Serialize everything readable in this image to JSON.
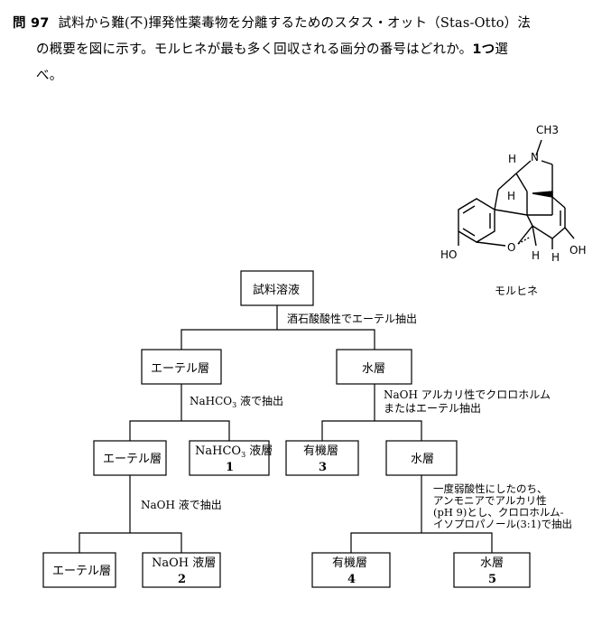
{
  "question": {
    "number": "問 97",
    "text_1": "試料から難(不)揮発性薬毒物を分離するためのスタス・オット（Stas-Otto）法",
    "text_2": "の概要を図に示す。モルヒネが最も多く回収される画分の番号はどれか。",
    "answer_count": "1つ",
    "text_3": "選",
    "text_4": "べ。"
  },
  "molecule": {
    "name": "モルヒネ",
    "labels": {
      "ch3": "CH3",
      "n": "N",
      "h_top": "H",
      "h_mid": "H",
      "ho": "HO",
      "o": "O",
      "h_b1": "H",
      "h_b2": "H",
      "oh": "OH"
    }
  },
  "flow": {
    "root": "試料溶液",
    "step1": "酒石酸酸性でエーテル抽出",
    "ether1": "エーテル層",
    "water1": "水層",
    "step2": "NaHCO3 液で抽出",
    "step2_pre": "NaHCO",
    "step2_sub": "3",
    "step2_post": " 液で抽出",
    "step3_l1": "NaOH アルカリ性でクロロホルム",
    "step3_l2": "またはエーテル抽出",
    "ether2": "エーテル層",
    "nahco3_pre": "NaHCO",
    "nahco3_sub": "3",
    "nahco3_post": " 液層",
    "nahco3_num": "1",
    "org3": "有機層",
    "org3_num": "3",
    "water3": "水層",
    "step4": "NaOH 液で抽出",
    "step5_l1": "一度弱酸性にしたのち、",
    "step5_l2": "アンモニアでアルカリ性",
    "step5_l3": "(pH 9)とし、クロロホルム-",
    "step5_l4": "イソプロパノール(3:1)で抽出",
    "ether3": "エーテル層",
    "naoh": "NaOH 液層",
    "naoh_num": "2",
    "org4": "有機層",
    "org4_num": "4",
    "water5": "水層",
    "water5_num": "5"
  }
}
